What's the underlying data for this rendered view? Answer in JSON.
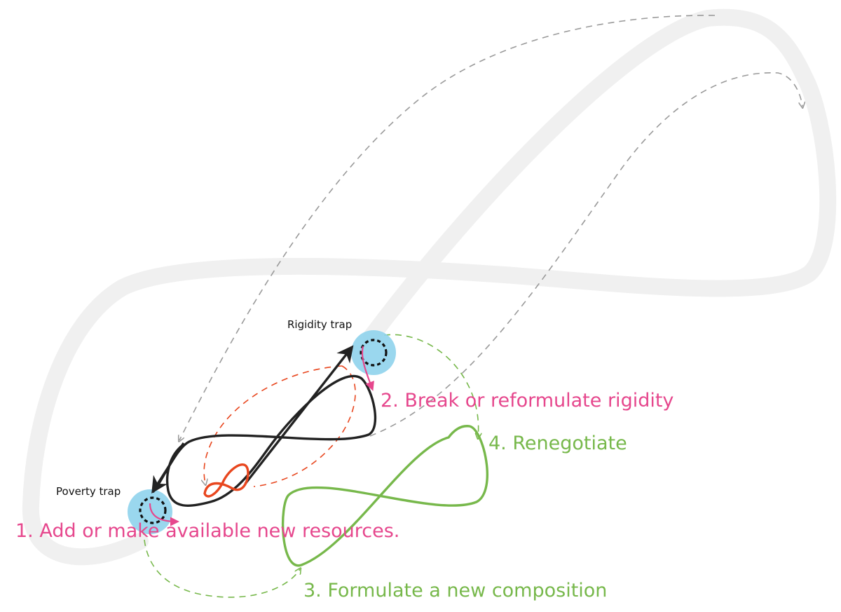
{
  "traps": {
    "rigidity": {
      "label": "Rigidity trap"
    },
    "poverty": {
      "label": "Poverty trap"
    }
  },
  "steps": [
    {
      "label": "1. Add or make available new resources."
    },
    {
      "label": "2. Break or reformulate rigidity"
    },
    {
      "label": "3. Formulate a new composition"
    },
    {
      "label": "4. Renegotiate"
    }
  ],
  "colors": {
    "background": "#ffffff",
    "large_loop": "#f0f0f0",
    "current_cycle": "#222222",
    "collapsed_cycle": "#e8461e",
    "new_cycle": "#77b84b",
    "trap_highlight": "#8fd3ec",
    "step_pink": "#e6478d",
    "step_green": "#77b84b",
    "guide_grey": "#9a9a9a"
  }
}
